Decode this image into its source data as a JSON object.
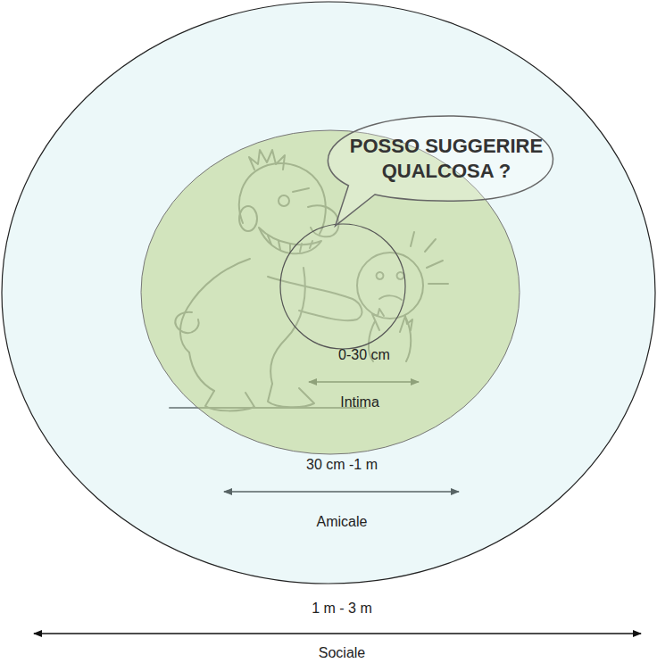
{
  "diagram": {
    "nodes": [
      {
        "text": [
          "1 m - 3 m",
          "Sociale"
        ]
      },
      {
        "text": [
          "30 cm -1 m",
          "Amicale"
        ],
        "in": 0
      },
      {
        "text": [
          "0-30 cm",
          "Intima"
        ],
        "in": 1
      },
      {
        "text": [
          "POSSO SUGGERIRE QUALCOSA ?"
        ],
        "in": 0
      }
    ]
  }
}
